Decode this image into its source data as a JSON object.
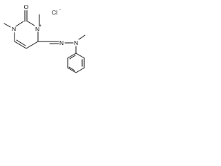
{
  "molecule": {
    "atoms": {
      "o_top": "O",
      "n_ring_cation": "N",
      "n_ring_left": "N",
      "n_imine": "N",
      "n_hydrazine": "N",
      "chloride": "Cl",
      "plus_charge": "+",
      "minus_charge": "-"
    }
  },
  "colors": {
    "ink": "#000000",
    "background": "#ffffff"
  }
}
